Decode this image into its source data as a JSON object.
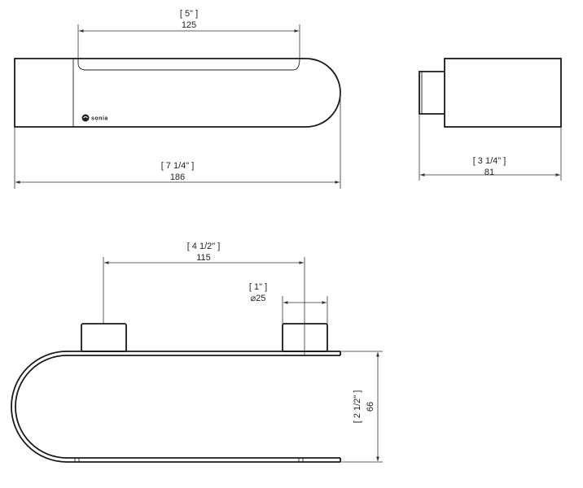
{
  "brand": "sonia",
  "dims": {
    "top_width": {
      "inch": "[ 5\" ]",
      "mm": "125"
    },
    "overall_length": {
      "inch": "[ 7 1/4\" ]",
      "mm": "186"
    },
    "depth": {
      "inch": "[ 3 1/4\" ]",
      "mm": "81"
    },
    "mount_spacing": {
      "inch": "[ 4 1/2\" ]",
      "mm": "115"
    },
    "mount_diameter": {
      "inch": "[ 1\" ]",
      "mm": "⌀25"
    },
    "height": {
      "inch": "[ 2 1/2\" ]",
      "mm": "66"
    }
  },
  "colors": {
    "line": "#1a1a1a",
    "background": "#ffffff"
  },
  "icons": {
    "logo": "sonia-logo-icon"
  }
}
